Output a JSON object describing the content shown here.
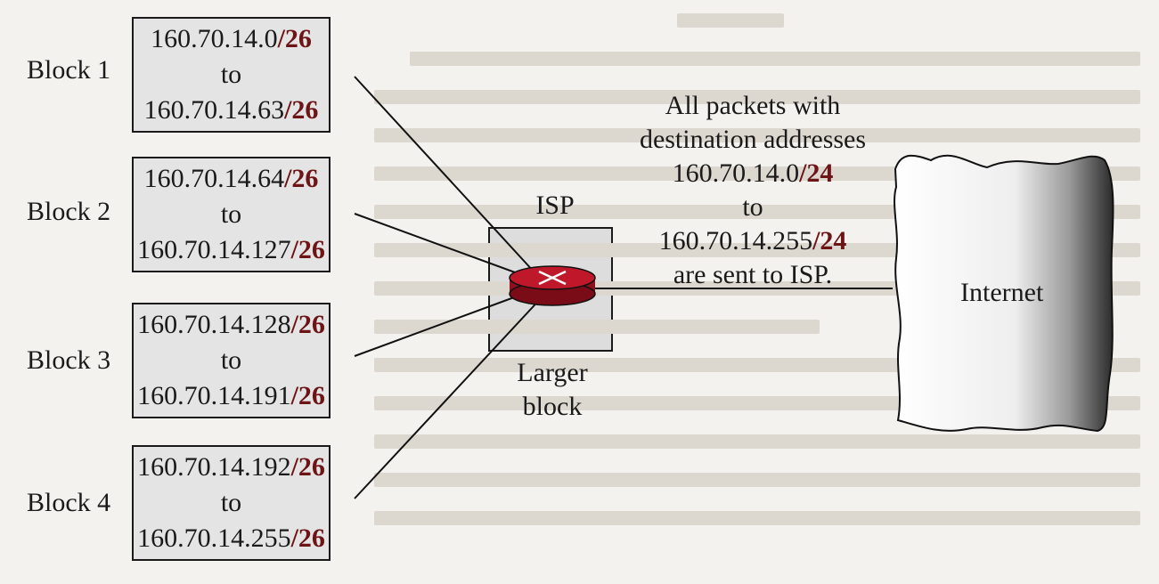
{
  "blocks": [
    {
      "label": "Block 1",
      "start": "160.70.14.0",
      "end": "160.70.14.63",
      "prefix": "/26",
      "to": "to"
    },
    {
      "label": "Block 2",
      "start": "160.70.14.64",
      "end": "160.70.14.127",
      "prefix": "/26",
      "to": "to"
    },
    {
      "label": "Block 3",
      "start": "160.70.14.128",
      "end": "160.70.14.191",
      "prefix": "/26",
      "to": "to"
    },
    {
      "label": "Block 4",
      "start": "160.70.14.192",
      "end": "160.70.14.255",
      "prefix": "/26",
      "to": "to"
    }
  ],
  "isp": {
    "title": "ISP",
    "caption_line1": "Larger",
    "caption_line2": "block"
  },
  "route_note": {
    "line1": "All packets with",
    "line2": "destination addresses",
    "start": "160.70.14.0",
    "start_prefix": "/24",
    "to": "to",
    "end": "160.70.14.255",
    "end_prefix": "/24",
    "line_last": "are sent to ISP."
  },
  "internet_label": "Internet",
  "colors": {
    "prefix": "#6d1417",
    "router": "#c0182b",
    "box_fill": "#e4e4e4"
  }
}
